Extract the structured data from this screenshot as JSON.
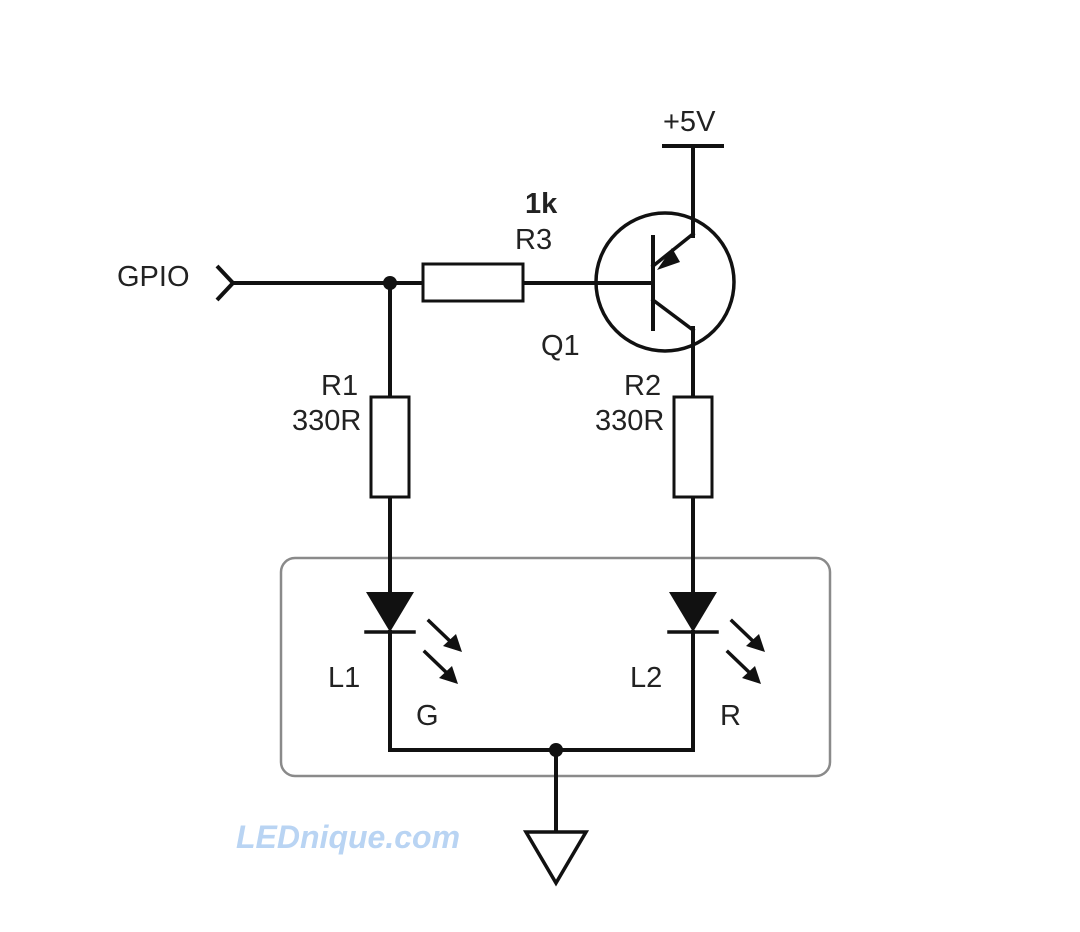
{
  "labels": {
    "gpio": "GPIO",
    "supply": "+5V",
    "r3_value": "1k",
    "r3_name": "R3",
    "q1_name": "Q1",
    "r1_name": "R1",
    "r1_value": "330R",
    "r2_name": "R2",
    "r2_value": "330R",
    "l1_name": "L1",
    "l1_color": "G",
    "l2_name": "L2",
    "l2_color": "R"
  },
  "watermark": "LEDnique.com",
  "colors": {
    "wire": "#111111",
    "package_outline": "#8a8a8a",
    "watermark": "#b9d4f3"
  }
}
